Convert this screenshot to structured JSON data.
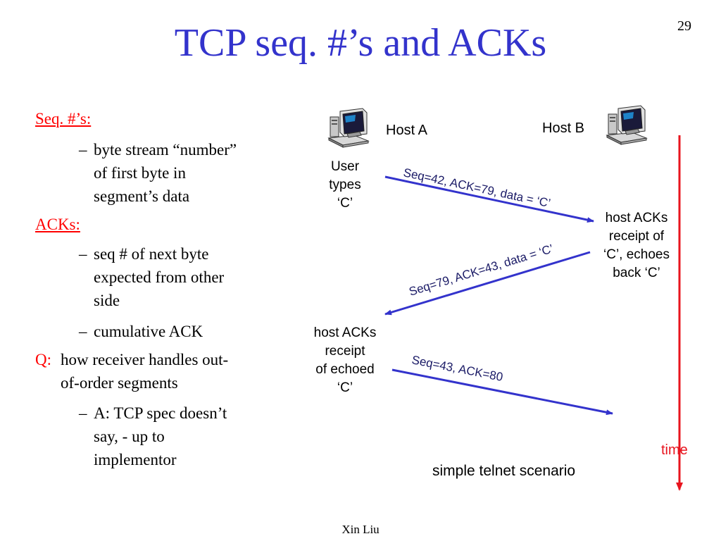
{
  "slide": {
    "title": "TCP seq. #’s and ACKs",
    "page_number": "29",
    "footer": "Xin Liu"
  },
  "bullets": {
    "seq_heading": "Seq. #’s:",
    "seq_item1": [
      "byte stream “number”",
      "of first byte in",
      "segment’s data"
    ],
    "acks_heading": "ACKs:",
    "acks_item1": [
      "seq # of next byte",
      "expected from other",
      "side"
    ],
    "acks_item2": "cumulative ACK",
    "q_prefix": "Q:",
    "q_text": [
      "how receiver handles out-",
      "of-order segments"
    ],
    "q_item1": [
      "A: TCP spec doesn’t",
      "say, - up to",
      "implementor"
    ],
    "dash": "–"
  },
  "diagram": {
    "host_a": "Host A",
    "host_b": "Host B",
    "host_icon": "computer-icon",
    "note_a1": [
      "User",
      "types",
      "‘C’"
    ],
    "note_b1": [
      "host ACKs",
      "receipt of",
      "‘C’, echoes",
      "back ‘C’"
    ],
    "note_a2": [
      "host ACKs",
      "receipt",
      "of echoed",
      "‘C’"
    ],
    "msg1": "Seq=42, ACK=79, data = ‘C’",
    "msg2": "Seq=79, ACK=43, data = ‘C’",
    "msg3": "Seq=43, ACK=80",
    "time_label": "time",
    "caption": "simple telnet scenario",
    "arrow_color": "#3333cc",
    "time_color": "#e8141e",
    "title_color": "#3333cc"
  }
}
